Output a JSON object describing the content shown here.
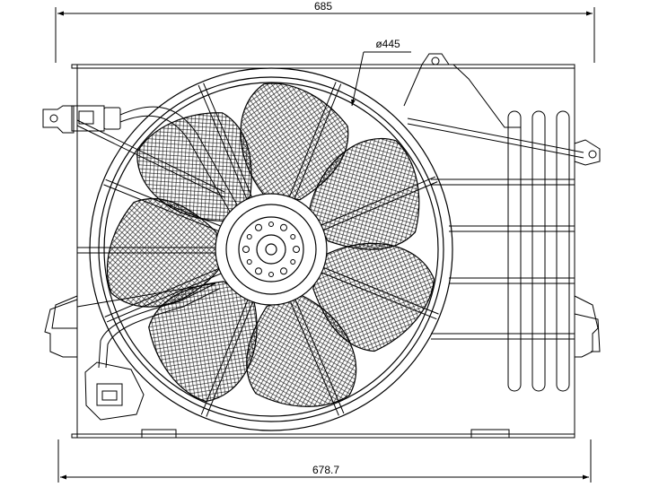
{
  "dimensions": {
    "top_width": "685",
    "bottom_width": "678.7",
    "fan_diameter": "ø445"
  },
  "fan": {
    "blade_count": 7,
    "spoke_count": 8
  },
  "colors": {
    "line": "#000000",
    "background": "#ffffff"
  }
}
